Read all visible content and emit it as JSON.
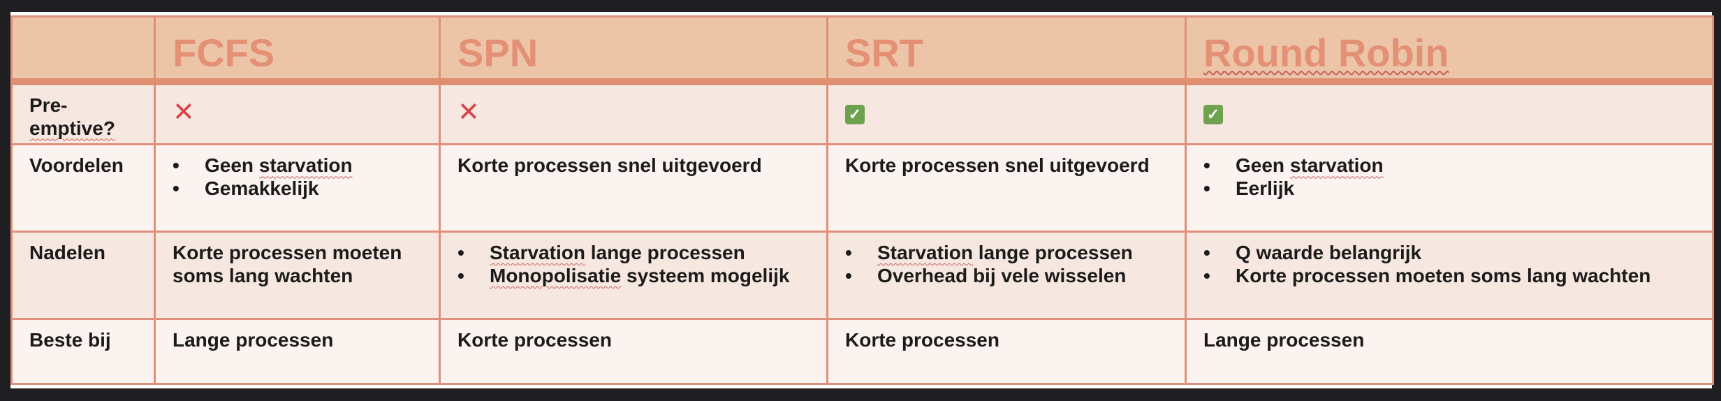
{
  "table": {
    "headers": [
      "",
      "FCFS",
      "SPN",
      "SRT",
      "Round Robin"
    ],
    "rows": {
      "preemptive": {
        "label_line1": "Pre-",
        "label_line2": "emptive?",
        "values": [
          "no",
          "no",
          "yes",
          "yes"
        ],
        "icons": [
          "cross-icon",
          "cross-icon",
          "check-icon",
          "check-icon"
        ],
        "glyphs": [
          "✕",
          "✕",
          "✓",
          "✓"
        ]
      },
      "voordelen": {
        "label": "Voordelen",
        "fcfs": {
          "b1_pre": "Geen ",
          "b1_word": "starvation",
          "b2": "Gemakkelijk"
        },
        "spn": "Korte processen snel uitgevoerd",
        "srt": "Korte processen snel uitgevoerd",
        "rr": {
          "b1_pre": "Geen ",
          "b1_word": "starvation",
          "b2": "Eerlijk"
        }
      },
      "nadelen": {
        "label": "Nadelen",
        "fcfs_line1": "Korte processen moeten",
        "fcfs_line2": "soms lang wachten",
        "spn": {
          "b1_word": "Starvation",
          "b1_rest": " lange processen",
          "b2_word": "Monopolisatie",
          "b2_rest": " systeem mogelijk"
        },
        "srt": {
          "b1_word": "Starvation",
          "b1_rest": " lange processen",
          "b2": "Overhead bij vele wisselen"
        },
        "rr": {
          "b1": "Q waarde belangrijk",
          "b2": "Korte processen moeten soms lang wachten"
        }
      },
      "beste_bij": {
        "label": "Beste bij",
        "values": [
          "Lange processen",
          "Korte processen",
          "Korte processen",
          "Lange processen"
        ]
      }
    },
    "bullet": "•",
    "colors": {
      "header_bg": "#ecc4a8",
      "header_text": "#e49074",
      "border": "#e0907a",
      "row_bg_a": "#f6e8e0",
      "row_bg_b": "#fbf3f0",
      "cross": "#d9444a",
      "check": "#6ea24e",
      "page_bg": "#1f1f21"
    }
  }
}
